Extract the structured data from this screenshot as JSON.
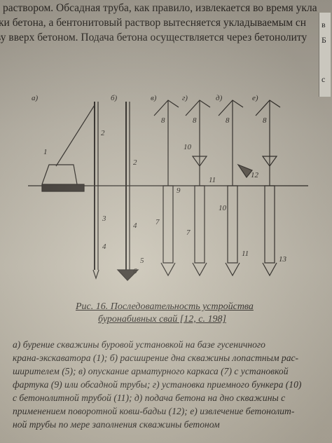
{
  "top_text": [
    "раствором. Обсадная труба, как правило, извлекается во время укла",
    "ки бетона, а бентонитовый раствор вытесняется укладываемым сн",
    "ву вверх бетоном. Подача бетона осуществляется через бетонолиту"
  ],
  "partial_top": "...",
  "right_edge": [
    "в",
    "Б",
    "с"
  ],
  "figure": {
    "panel_labels": [
      "а)",
      "б)",
      "в)",
      "г)",
      "д)",
      "е)"
    ],
    "numbers": [
      "1",
      "2",
      "3",
      "4",
      "2",
      "4",
      "5",
      "6",
      "8",
      "9",
      "7",
      "8",
      "10",
      "11",
      "7",
      "8",
      "12",
      "10",
      "11",
      "8",
      "13"
    ]
  },
  "caption": {
    "line1": "Рис. 16. Последовательность устройства",
    "line2": "буронабивных свай [12, с. 198]"
  },
  "legend": [
    "а) бурение скважины буровой установкой на базе гусеничного",
    "крана-экскаватора (1); б) расширение дна скважины лопастным рас-",
    "ширителем (5); в) опускание арматурного каркаса (7) с установкой",
    "фартука (9) или обсадной трубы; г) установка приемного бункера (10)",
    "с бетонолитной трубой (11); д) подача бетона на дно скважины с",
    "применением поворотной ковш-бадьи (12); е) извлечение бетонолит-",
    "ной трубы по мере заполнения скважины бетоном"
  ]
}
